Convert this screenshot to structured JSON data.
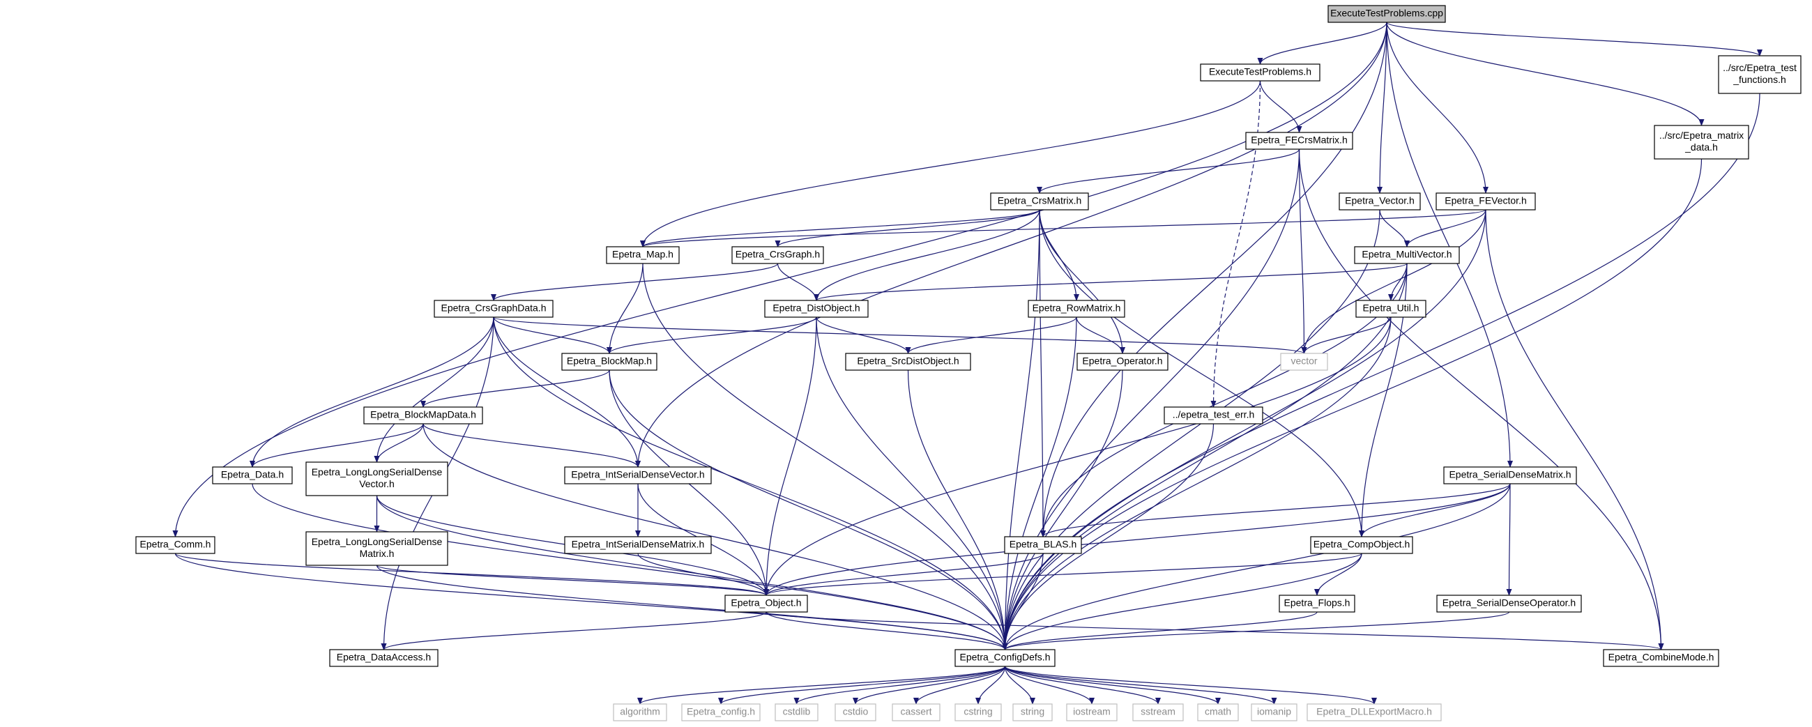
{
  "colors": {
    "edge": "#191970",
    "node_border": "#000000",
    "external_border": "#bfbfbf",
    "root_fill": "#bfbfbf",
    "external_text": "#8c8c8c"
  },
  "nodes": {
    "root": {
      "lines": [
        "ExecuteTestProblems.cpp"
      ],
      "kind": "root"
    },
    "etp_h": {
      "lines": [
        "ExecuteTestProblems.h"
      ],
      "kind": "file"
    },
    "src_test": {
      "lines": [
        "../src/Epetra_test",
        "_functions.h"
      ],
      "kind": "file"
    },
    "src_matrix": {
      "lines": [
        "../src/Epetra_matrix",
        "_data.h"
      ],
      "kind": "file"
    },
    "fecrs": {
      "lines": [
        "Epetra_FECrsMatrix.h"
      ],
      "kind": "file"
    },
    "crsmatrix": {
      "lines": [
        "Epetra_CrsMatrix.h"
      ],
      "kind": "file"
    },
    "vector_h": {
      "lines": [
        "Epetra_Vector.h"
      ],
      "kind": "file"
    },
    "fevector": {
      "lines": [
        "Epetra_FEVector.h"
      ],
      "kind": "file"
    },
    "map": {
      "lines": [
        "Epetra_Map.h"
      ],
      "kind": "file"
    },
    "crsgraph": {
      "lines": [
        "Epetra_CrsGraph.h"
      ],
      "kind": "file"
    },
    "multivector": {
      "lines": [
        "Epetra_MultiVector.h"
      ],
      "kind": "file"
    },
    "crsgraphdata": {
      "lines": [
        "Epetra_CrsGraphData.h"
      ],
      "kind": "file"
    },
    "distobject": {
      "lines": [
        "Epetra_DistObject.h"
      ],
      "kind": "file"
    },
    "rowmatrix": {
      "lines": [
        "Epetra_RowMatrix.h"
      ],
      "kind": "file"
    },
    "util": {
      "lines": [
        "Epetra_Util.h"
      ],
      "kind": "file"
    },
    "vector_std": {
      "lines": [
        "vector"
      ],
      "kind": "external"
    },
    "blockmap": {
      "lines": [
        "Epetra_BlockMap.h"
      ],
      "kind": "file"
    },
    "srcdist": {
      "lines": [
        "Epetra_SrcDistObject.h"
      ],
      "kind": "file"
    },
    "operator": {
      "lines": [
        "Epetra_Operator.h"
      ],
      "kind": "file"
    },
    "blockmapdata": {
      "lines": [
        "Epetra_BlockMapData.h"
      ],
      "kind": "file"
    },
    "test_err": {
      "lines": [
        "../epetra_test_err.h"
      ],
      "kind": "file"
    },
    "data": {
      "lines": [
        "Epetra_Data.h"
      ],
      "kind": "file"
    },
    "llsdv": {
      "lines": [
        "Epetra_LongLongSerialDense",
        "Vector.h"
      ],
      "kind": "file"
    },
    "isdv": {
      "lines": [
        "Epetra_IntSerialDenseVector.h"
      ],
      "kind": "file"
    },
    "sdm": {
      "lines": [
        "Epetra_SerialDenseMatrix.h"
      ],
      "kind": "file"
    },
    "comm": {
      "lines": [
        "Epetra_Comm.h"
      ],
      "kind": "file"
    },
    "llsdm": {
      "lines": [
        "Epetra_LongLongSerialDense",
        "Matrix.h"
      ],
      "kind": "file"
    },
    "isdm": {
      "lines": [
        "Epetra_IntSerialDenseMatrix.h"
      ],
      "kind": "file"
    },
    "blas": {
      "lines": [
        "Epetra_BLAS.h"
      ],
      "kind": "file"
    },
    "compobject": {
      "lines": [
        "Epetra_CompObject.h"
      ],
      "kind": "file"
    },
    "object": {
      "lines": [
        "Epetra_Object.h"
      ],
      "kind": "file"
    },
    "flops": {
      "lines": [
        "Epetra_Flops.h"
      ],
      "kind": "file"
    },
    "sdo": {
      "lines": [
        "Epetra_SerialDenseOperator.h"
      ],
      "kind": "file"
    },
    "dataaccess": {
      "lines": [
        "Epetra_DataAccess.h"
      ],
      "kind": "file"
    },
    "configdefs": {
      "lines": [
        "Epetra_ConfigDefs.h"
      ],
      "kind": "file"
    },
    "combinemode": {
      "lines": [
        "Epetra_CombineMode.h"
      ],
      "kind": "file"
    },
    "algorithm": {
      "lines": [
        "algorithm"
      ],
      "kind": "external"
    },
    "epetra_config": {
      "lines": [
        "Epetra_config.h"
      ],
      "kind": "external"
    },
    "cstdlib": {
      "lines": [
        "cstdlib"
      ],
      "kind": "external"
    },
    "cstdio": {
      "lines": [
        "cstdio"
      ],
      "kind": "external"
    },
    "cassert": {
      "lines": [
        "cassert"
      ],
      "kind": "external"
    },
    "cstring": {
      "lines": [
        "cstring"
      ],
      "kind": "external"
    },
    "string": {
      "lines": [
        "string"
      ],
      "kind": "external"
    },
    "iostream": {
      "lines": [
        "iostream"
      ],
      "kind": "external"
    },
    "sstream": {
      "lines": [
        "sstream"
      ],
      "kind": "external"
    },
    "cmath": {
      "lines": [
        "cmath"
      ],
      "kind": "external"
    },
    "iomanip": {
      "lines": [
        "iomanip"
      ],
      "kind": "external"
    },
    "dllexport": {
      "lines": [
        "Epetra_DLLExportMacro.h"
      ],
      "kind": "external"
    }
  },
  "edges": [
    [
      "root",
      "etp_h"
    ],
    [
      "root",
      "src_test"
    ],
    [
      "root",
      "src_matrix"
    ],
    [
      "root",
      "vector_h"
    ],
    [
      "root",
      "fevector"
    ],
    [
      "root",
      "comm"
    ],
    [
      "root",
      "isdv"
    ],
    [
      "root",
      "blas"
    ],
    [
      "root",
      "sdm"
    ],
    [
      "etp_h",
      "map"
    ],
    [
      "etp_h",
      "fecrs"
    ],
    [
      "etp_h",
      "test_err",
      "dashed"
    ],
    [
      "src_test",
      "configdefs"
    ],
    [
      "src_matrix",
      "configdefs"
    ],
    [
      "fecrs",
      "crsmatrix"
    ],
    [
      "fecrs",
      "vector_std"
    ],
    [
      "fecrs",
      "configdefs"
    ],
    [
      "fecrs",
      "combinemode"
    ],
    [
      "crsmatrix",
      "map"
    ],
    [
      "crsmatrix",
      "crsgraph"
    ],
    [
      "crsmatrix",
      "distobject"
    ],
    [
      "crsmatrix",
      "rowmatrix"
    ],
    [
      "crsmatrix",
      "operator"
    ],
    [
      "crsmatrix",
      "blas"
    ],
    [
      "crsmatrix",
      "compobject"
    ],
    [
      "crsmatrix",
      "configdefs"
    ],
    [
      "vector_h",
      "multivector"
    ],
    [
      "vector_h",
      "configdefs"
    ],
    [
      "fevector",
      "multivector"
    ],
    [
      "fevector",
      "map"
    ],
    [
      "fevector",
      "vector_std"
    ],
    [
      "fevector",
      "configdefs"
    ],
    [
      "fevector",
      "combinemode"
    ],
    [
      "map",
      "blockmap"
    ],
    [
      "map",
      "configdefs"
    ],
    [
      "crsgraph",
      "crsgraphdata"
    ],
    [
      "crsgraph",
      "distobject"
    ],
    [
      "multivector",
      "distobject"
    ],
    [
      "multivector",
      "util"
    ],
    [
      "multivector",
      "blas"
    ],
    [
      "multivector",
      "compobject"
    ],
    [
      "multivector",
      "configdefs"
    ],
    [
      "crsgraphdata",
      "blockmap"
    ],
    [
      "crsgraphdata",
      "vector_std"
    ],
    [
      "crsgraphdata",
      "data"
    ],
    [
      "crsgraphdata",
      "isdv"
    ],
    [
      "crsgraphdata",
      "llsdv"
    ],
    [
      "crsgraphdata",
      "dataaccess"
    ],
    [
      "crsgraphdata",
      "configdefs"
    ],
    [
      "distobject",
      "blockmap"
    ],
    [
      "distobject",
      "srcdist"
    ],
    [
      "distobject",
      "object"
    ],
    [
      "distobject",
      "configdefs"
    ],
    [
      "rowmatrix",
      "srcdist"
    ],
    [
      "rowmatrix",
      "operator"
    ],
    [
      "rowmatrix",
      "configdefs"
    ],
    [
      "util",
      "vector_std"
    ],
    [
      "util",
      "object"
    ],
    [
      "util",
      "configdefs"
    ],
    [
      "blockmap",
      "blockmapdata"
    ],
    [
      "blockmap",
      "object"
    ],
    [
      "blockmap",
      "configdefs"
    ],
    [
      "srcdist",
      "configdefs"
    ],
    [
      "operator",
      "configdefs"
    ],
    [
      "blockmapdata",
      "data"
    ],
    [
      "blockmapdata",
      "llsdv"
    ],
    [
      "blockmapdata",
      "isdv"
    ],
    [
      "blockmapdata",
      "configdefs"
    ],
    [
      "test_err",
      "configdefs"
    ],
    [
      "data",
      "configdefs"
    ],
    [
      "llsdv",
      "llsdm"
    ],
    [
      "llsdv",
      "object"
    ],
    [
      "llsdv",
      "configdefs"
    ],
    [
      "isdv",
      "isdm"
    ],
    [
      "isdv",
      "object"
    ],
    [
      "sdm",
      "blas"
    ],
    [
      "sdm",
      "compobject"
    ],
    [
      "sdm",
      "sdo"
    ],
    [
      "sdm",
      "object"
    ],
    [
      "sdm",
      "configdefs"
    ],
    [
      "comm",
      "object"
    ],
    [
      "comm",
      "configdefs"
    ],
    [
      "llsdm",
      "object"
    ],
    [
      "llsdm",
      "configdefs"
    ],
    [
      "isdm",
      "object"
    ],
    [
      "blas",
      "object"
    ],
    [
      "blas",
      "configdefs"
    ],
    [
      "compobject",
      "object"
    ],
    [
      "compobject",
      "flops"
    ],
    [
      "compobject",
      "configdefs"
    ],
    [
      "object",
      "configdefs"
    ],
    [
      "object",
      "dataaccess"
    ],
    [
      "object",
      "combinemode"
    ],
    [
      "flops",
      "configdefs"
    ],
    [
      "sdo",
      "configdefs"
    ],
    [
      "configdefs",
      "algorithm"
    ],
    [
      "configdefs",
      "epetra_config"
    ],
    [
      "configdefs",
      "cstdlib"
    ],
    [
      "configdefs",
      "cstdio"
    ],
    [
      "configdefs",
      "cassert"
    ],
    [
      "configdefs",
      "cstring"
    ],
    [
      "configdefs",
      "string"
    ],
    [
      "configdefs",
      "iostream"
    ],
    [
      "configdefs",
      "sstream"
    ],
    [
      "configdefs",
      "cmath"
    ],
    [
      "configdefs",
      "iomanip"
    ],
    [
      "configdefs",
      "dllexport"
    ]
  ]
}
